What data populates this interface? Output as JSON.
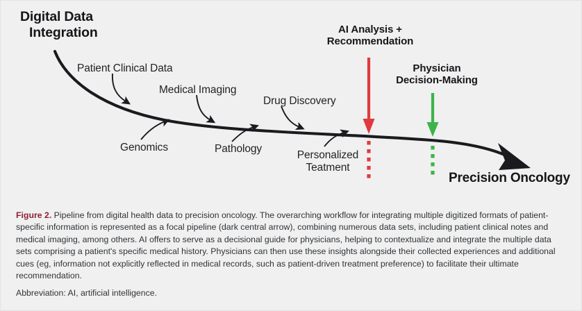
{
  "figure": {
    "background_color": "#f0f0f0",
    "border_color": "#e3e3e4"
  },
  "diagram": {
    "start_label": {
      "line1": "Digital Data",
      "line2": "Integration"
    },
    "end_label": "Precision Oncology",
    "stages": [
      {
        "id": "patient-clinical-data",
        "label": "Patient  Clinical Data"
      },
      {
        "id": "genomics",
        "label": "Genomics"
      },
      {
        "id": "medical-imaging",
        "label": "Medical Imaging"
      },
      {
        "id": "pathology",
        "label": "Pathology"
      },
      {
        "id": "drug-discovery",
        "label": "Drug Discovery"
      },
      {
        "id": "personalized-treatment",
        "line1": "Personalized",
        "line2": "Teatment"
      }
    ],
    "callouts": [
      {
        "id": "ai-analysis",
        "line1": "AI Analysis +",
        "line2": "Recommendation",
        "color": "#e03a3e",
        "arrow_color": "#e03a3e",
        "dotted_color": "#e03a3e"
      },
      {
        "id": "physician-decision-making",
        "line1": "Physician",
        "line2": "Decision-Making",
        "color": "#3cb44a",
        "arrow_color": "#3cb44a",
        "dotted_color": "#3cb44a"
      }
    ],
    "pipeline_color": "#1b1b1f"
  },
  "caption": {
    "figure_label": "Figure 2.",
    "text": " Pipeline from digital health data to precision oncology. The overarching workflow for integrating multiple digitized formats of patient-specific information is represented as a focal pipeline (dark central arrow), combining numerous data sets, including patient clinical notes and medical imaging, among others. AI offers to serve as a decisional guide for physicians, helping to contextualize and integrate the multiple data sets comprising a patient's specific medical history. Physicians can then use these insights alongside their collected experiences and additional cues (eg, information not explicitly reflected in medical records, such as patient-driven treatment preference) to facilitate their ultimate recommendation.",
    "abbreviation": "Abbreviation: AI, artificial intelligence.",
    "figure_label_color": "#8d2233"
  }
}
